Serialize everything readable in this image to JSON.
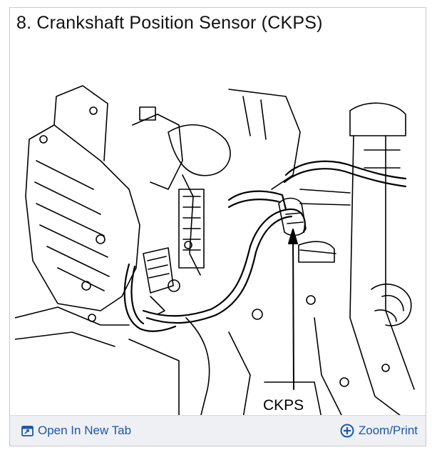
{
  "title": "8. Crankshaft Position Sensor (CKPS)",
  "diagram": {
    "callout_label": "CKPS"
  },
  "footer": {
    "open_tab_label": "Open In New Tab",
    "zoom_label": "Zoom/Print",
    "link_color": "#1e56a8",
    "icons": {
      "open_tab": "open-in-new-tab-icon",
      "zoom": "zoom-plus-icon"
    }
  }
}
